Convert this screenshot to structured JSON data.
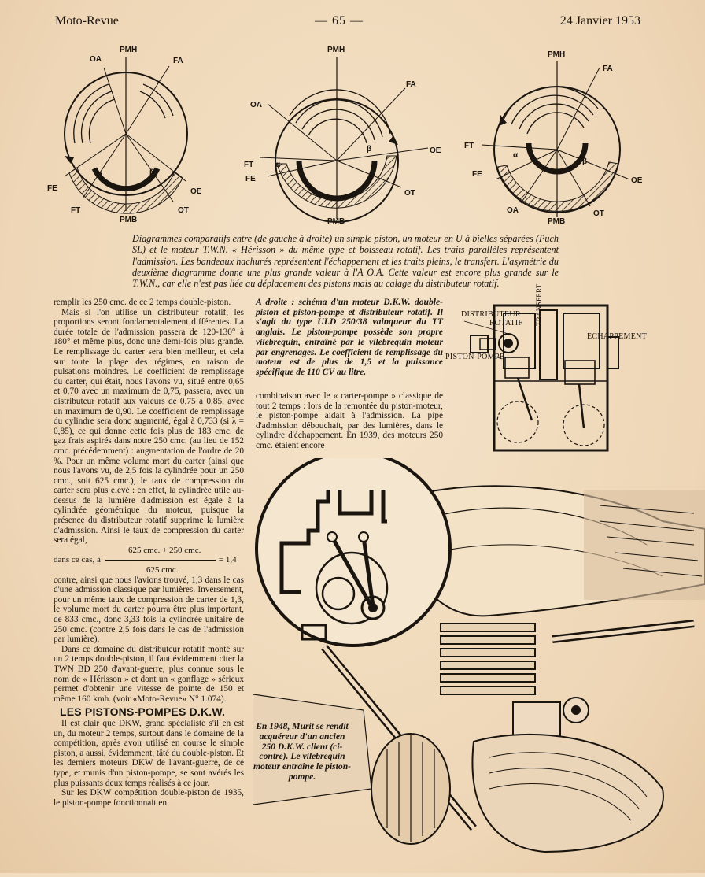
{
  "header": {
    "magazine": "Moto-Revue",
    "page_number": "— 65 —",
    "date": "24 Janvier 1953"
  },
  "diagrams": {
    "labels": {
      "pmh": "PMH",
      "pmb": "PMB",
      "oa": "OA",
      "fa": "FA",
      "fe": "FE",
      "oe": "OE",
      "ft": "FT",
      "ot": "OT",
      "alpha": "α",
      "beta": "β"
    }
  },
  "caption": "Diagrammes comparatifs entre (de gauche à droite) un simple piston, un moteur en U à bielles séparées (Puch SL) et le moteur T.W.N. « Hérisson » du même type et boisseau rotatif. Les traits parallèles représentent l'admission. Les bandeaux hachurés représentent l'échappement et les traits pleins, le transfert. L'asymétrie du deuxième diagramme donne une plus grande valeur à l'A O.A. Cette valeur est encore plus grande sur le T.W.N., car elle n'est pas liée au déplacement des pistons mais au calage du distributeur rotatif.",
  "column1": {
    "p1": "remplir les 250 cmc. de ce 2 temps double-piston.",
    "p2": "Mais si l'on utilise un distributeur rotatif, les proportions seront fondamentalement différentes. La durée totale de l'admission passera de 120-130° à 180° et même plus, donc une demi-fois plus grande. Le remplissage du carter sera bien meilleur, et cela sur toute la plage des régimes, en raison de pulsations moindres. Le coefficient de remplissage du carter, qui était, nous l'avons vu, situé entre 0,65 et 0,70 avec un maximum de 0,75, passera, avec un distributeur rotatif aux valeurs de 0,75 à 0,85, avec un maximum de 0,90. Le coefficient de remplissage du cylindre sera donc augmenté, égal à 0,733 (si λ = 0,85), ce qui donne cette fois plus de 183 cmc. de gaz frais aspirés dans notre 250 cmc. (au lieu de 152 cmc. précédemment) : augmentation de l'ordre de 20 %. Pour un même volume mort du carter (ainsi que nous l'avons vu, de 2,5 fois la cylindrée pour un 250 cmc., soit 625 cmc.), le taux de compression du carter sera plus élevé : en effet, la cylindrée utile au-dessus de la lumière d'admission est égale à la cylindrée géométrique du moteur, puisque la présence du distributeur rotatif supprime la lumière d'admission. Ainsi le taux de compression du carter sera égal,",
    "formula_top": "625 cmc. + 250 cmc.",
    "formula_lead": "dans ce cas, à",
    "formula_result": "= 1,4",
    "formula_bottom": "625 cmc.",
    "p3": "contre, ainsi que nous l'avions trouvé, 1,3 dans le cas d'une admission classique par lumières. Inversement, pour un même taux de compression de carter de 1,3, le volume mort du carter pourra être plus important, de 833 cmc., donc 3,33 fois la cylindrée unitaire de 250 cmc. (contre 2,5 fois dans le cas de l'admission par lumière).",
    "p4": "Dans ce domaine du distributeur rotatif monté sur un 2 temps double-piston, il faut évidemment citer la TWN BD 250 d'avant-guerre, plus connue sous le nom de « Hérisson » et dont un « gonflage » sérieux permet d'obtenir une vitesse de pointe de 150 et même 160 kmh. (voir «Moto-Revue» N° 1.074).",
    "section_title": "LES PISTONS-POMPES D.K.W.",
    "p5": "Il est clair que DKW, grand spécialiste s'il en est un, du moteur 2 temps, surtout dans le domaine de la compétition, après avoir utilisé en course le simple piston, a aussi, évidemment, tâté du double-piston. Et les derniers moteurs DKW de l'avant-guerre, de ce type, et munis d'un piston-pompe, se sont avérés les plus puissants deux temps réalisés à ce jour.",
    "p6": "Sur les DKW compétition double-piston de 1935, le piston-pompe fonctionnait en"
  },
  "dkw_caption": "A droite : schéma d'un moteur D.K.W. double-piston et piston-pompe et distributeur rotatif. Il s'agit du type ULD 250/38 vainqueur du TT anglais. Le piston-pompe possède son propre vilebrequin, entraîné par le vilebrequin moteur par engrenages. Le coefficient de remplissage du moteur est de plus de 1,5 et la puissance spécifique de 110 CV au litre.",
  "column2": {
    "p1": "combinaison avec le « carter-pompe » classique de tout 2 temps : lors de la remontée du piston-moteur, le piston-pompe aidait à l'admission. La pipe d'admission débouchait, par des lumières, dans le cylindre d'échappement. En 1939, des moteurs 250 cmc. étaient encore"
  },
  "schema": {
    "distributeur": "DISTRIBUTEUR",
    "rotatif": "ROTATIF",
    "transfert": "TRANSFERT",
    "echappement": "ECHAPPEMENT",
    "piston_pompe": "PISTON-POMPE"
  },
  "moto_caption": "En 1948, Murit se rendit acquéreur d'un ancien 250 D.K.W. client (ci-contre). Le vilebrequin moteur entraine le piston-pompe.",
  "colors": {
    "paper": "#f1dcc0",
    "ink": "#1b1510"
  }
}
